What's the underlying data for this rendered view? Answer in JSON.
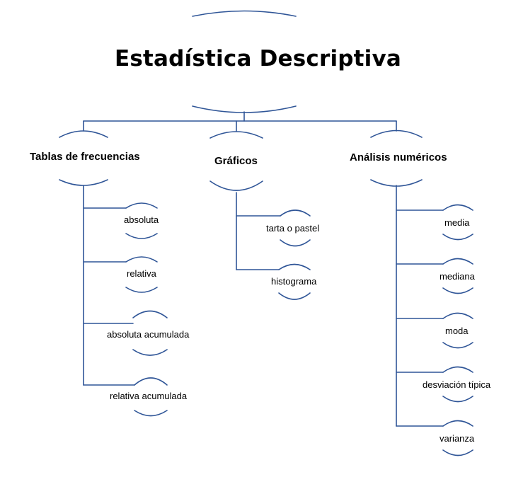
{
  "title": "Estadística Descriptiva",
  "categories": [
    {
      "label": "Tablas de frecuencias",
      "items": [
        "absoluta",
        "relativa",
        "absoluta acumulada",
        "relativa acumulada"
      ]
    },
    {
      "label": "Gráficos",
      "items": [
        "tarta o pastel",
        "histograma"
      ]
    },
    {
      "label": "Análisis numéricos",
      "items": [
        "media",
        "mediana",
        "moda",
        "desviación típica",
        "varianza"
      ]
    }
  ],
  "line_color": "#2f5597"
}
